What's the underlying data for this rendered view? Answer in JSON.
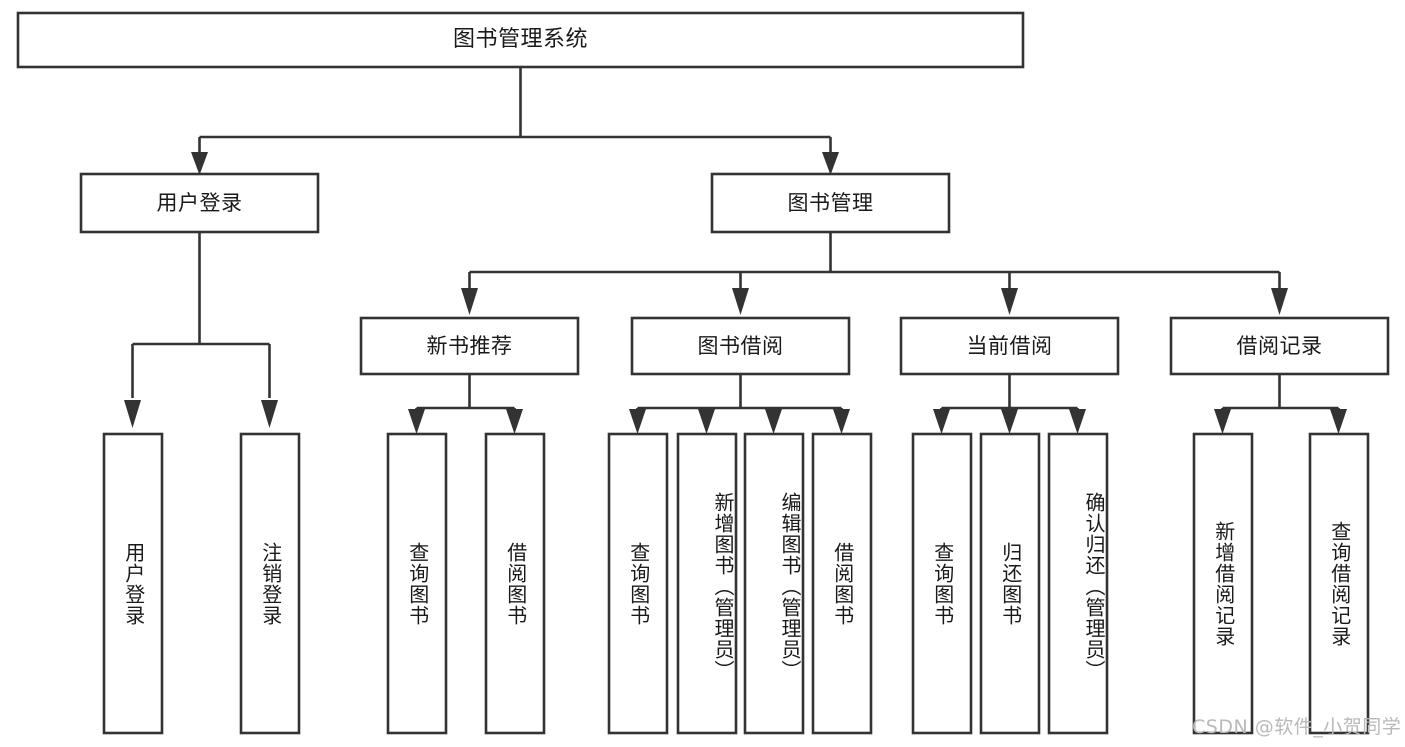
{
  "diagram": {
    "type": "tree-hierarchy",
    "title": "图书管理系统",
    "watermark": "CSDN @软件_小贺同学",
    "colors": {
      "stroke": "#333333",
      "box_fill": "#ffffff",
      "text": "#1a1a1a",
      "background": "#ffffff",
      "watermark": "#b9b9b9"
    },
    "nodes": {
      "root": {
        "label": "图书管理系统",
        "level": 1,
        "orientation": "horizontal"
      },
      "user_login": {
        "label": "用户登录",
        "level": 2,
        "orientation": "horizontal"
      },
      "book_manage": {
        "label": "图书管理",
        "level": 2,
        "orientation": "horizontal"
      },
      "new_book_rec": {
        "label": "新书推荐",
        "level": 3,
        "orientation": "horizontal"
      },
      "book_borrow": {
        "label": "图书借阅",
        "level": 3,
        "orientation": "horizontal"
      },
      "current_borrow": {
        "label": "当前借阅",
        "level": 3,
        "orientation": "horizontal"
      },
      "borrow_record": {
        "label": "借阅记录",
        "level": 3,
        "orientation": "horizontal"
      },
      "leaf_user_login": {
        "label": "用户登录",
        "level": 4,
        "orientation": "vertical",
        "align": "center"
      },
      "leaf_logout": {
        "label": "注销登录",
        "level": 4,
        "orientation": "vertical",
        "align": "center"
      },
      "leaf_query_book_1": {
        "label": "查询图书",
        "level": 4,
        "orientation": "vertical",
        "align": "center"
      },
      "leaf_borrow_book_1": {
        "label": "借阅图书",
        "level": 4,
        "orientation": "vertical",
        "align": "center"
      },
      "leaf_query_book_2": {
        "label": "查询图书",
        "level": 4,
        "orientation": "vertical",
        "align": "center"
      },
      "leaf_add_book": {
        "label": "新增图书（管理员）",
        "level": 4,
        "orientation": "vertical",
        "align": "top"
      },
      "leaf_edit_book": {
        "label": "编辑图书（管理员）",
        "level": 4,
        "orientation": "vertical",
        "align": "top"
      },
      "leaf_borrow_book_2": {
        "label": "借阅图书",
        "level": 4,
        "orientation": "vertical",
        "align": "center"
      },
      "leaf_query_book_3": {
        "label": "查询图书",
        "level": 4,
        "orientation": "vertical",
        "align": "center"
      },
      "leaf_return_book": {
        "label": "归还图书",
        "level": 4,
        "orientation": "vertical",
        "align": "center"
      },
      "leaf_confirm_return": {
        "label": "确认归还（管理员）",
        "level": 4,
        "orientation": "vertical",
        "align": "top"
      },
      "leaf_add_record": {
        "label": "新增借阅记录",
        "level": 4,
        "orientation": "vertical",
        "align": "center"
      },
      "leaf_query_record": {
        "label": "查询借阅记录",
        "level": 4,
        "orientation": "vertical",
        "align": "center"
      }
    },
    "edges": [
      {
        "from": "root",
        "to": "user_login"
      },
      {
        "from": "root",
        "to": "book_manage"
      },
      {
        "from": "user_login",
        "to": "leaf_user_login"
      },
      {
        "from": "user_login",
        "to": "leaf_logout"
      },
      {
        "from": "book_manage",
        "to": "new_book_rec"
      },
      {
        "from": "book_manage",
        "to": "book_borrow"
      },
      {
        "from": "book_manage",
        "to": "current_borrow"
      },
      {
        "from": "book_manage",
        "to": "borrow_record"
      },
      {
        "from": "new_book_rec",
        "to": "leaf_query_book_1"
      },
      {
        "from": "new_book_rec",
        "to": "leaf_borrow_book_1"
      },
      {
        "from": "book_borrow",
        "to": "leaf_query_book_2"
      },
      {
        "from": "book_borrow",
        "to": "leaf_add_book"
      },
      {
        "from": "book_borrow",
        "to": "leaf_edit_book"
      },
      {
        "from": "book_borrow",
        "to": "leaf_borrow_book_2"
      },
      {
        "from": "current_borrow",
        "to": "leaf_query_book_3"
      },
      {
        "from": "current_borrow",
        "to": "leaf_return_book"
      },
      {
        "from": "current_borrow",
        "to": "leaf_confirm_return"
      },
      {
        "from": "borrow_record",
        "to": "leaf_add_record"
      },
      {
        "from": "borrow_record",
        "to": "leaf_query_record"
      }
    ]
  }
}
